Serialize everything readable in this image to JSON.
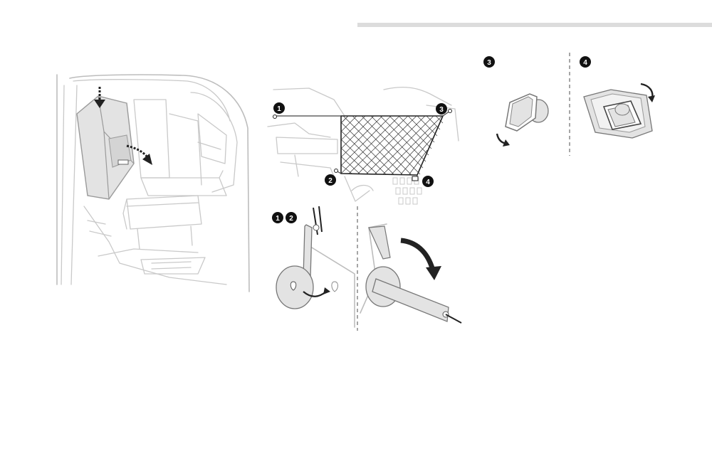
{
  "illustrations": {
    "seat_folding": {
      "description_icons": [
        "down-arrow-icon",
        "fold-arrow-icon"
      ]
    },
    "cargo_net_overview": {
      "markers": [
        "1",
        "2",
        "3",
        "4"
      ]
    },
    "anchor_detail_1_2": {
      "markers": [
        "1",
        "2"
      ]
    },
    "anchor_detail_3": {
      "markers": [
        "3"
      ]
    },
    "anchor_detail_4": {
      "markers": [
        "4"
      ]
    }
  },
  "colors": {
    "line": "#c9c9c9",
    "fill_grey": "#e3e3e3",
    "dark": "#111111",
    "header_bar": "#dcdcdc"
  }
}
